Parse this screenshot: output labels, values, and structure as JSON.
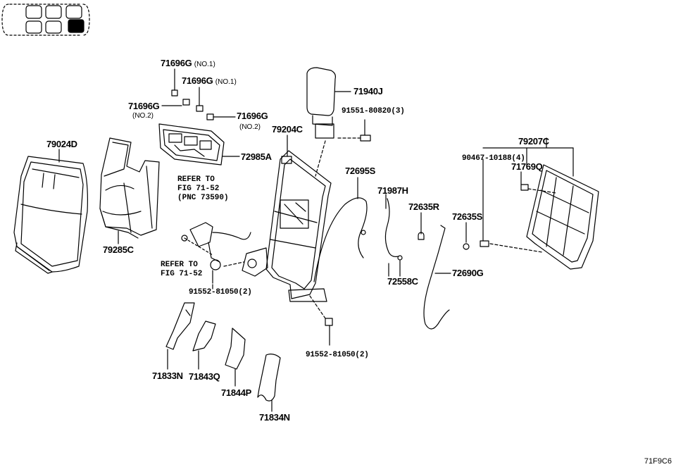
{
  "diagram_code": "71F9C6",
  "labels": {
    "p71696g_a": "71696G",
    "p71696g_a_note": "(NO.1)",
    "p71696g_b": "71696G",
    "p71696g_b_note": "(NO.1)",
    "p71696g_c": "71696G",
    "p71696g_c_note": "(NO.2)",
    "p71696g_d": "71696G",
    "p71696g_d_note": "(NO.2)",
    "p79024d": "79024D",
    "p72985a": "72985A",
    "p79285c": "79285C",
    "p79204c": "79204C",
    "p71940j": "71940J",
    "p91551": "91551-80820(3)",
    "p72695s": "72695S",
    "p71987h": "71987H",
    "p72635r": "72635R",
    "p72635s": "72635S",
    "p79207c": "79207C",
    "p90467": "90467-10188(4)",
    "p71769q": "71769Q",
    "p72558c": "72558C",
    "p72690g": "72690G",
    "p91552_a": "91552-81050(2)",
    "p91552_b": "91552-81050(2)",
    "p71833n": "71833N",
    "p71843q": "71843Q",
    "p71844p": "71844P",
    "p71834n": "71834N"
  },
  "refs": {
    "ref_a_line1": "REFER TO",
    "ref_a_line2": "FIG 71-52",
    "ref_a_line3": "(PNC 73590)",
    "ref_b_line1": "REFER TO",
    "ref_b_line2": "FIG 71-52"
  }
}
